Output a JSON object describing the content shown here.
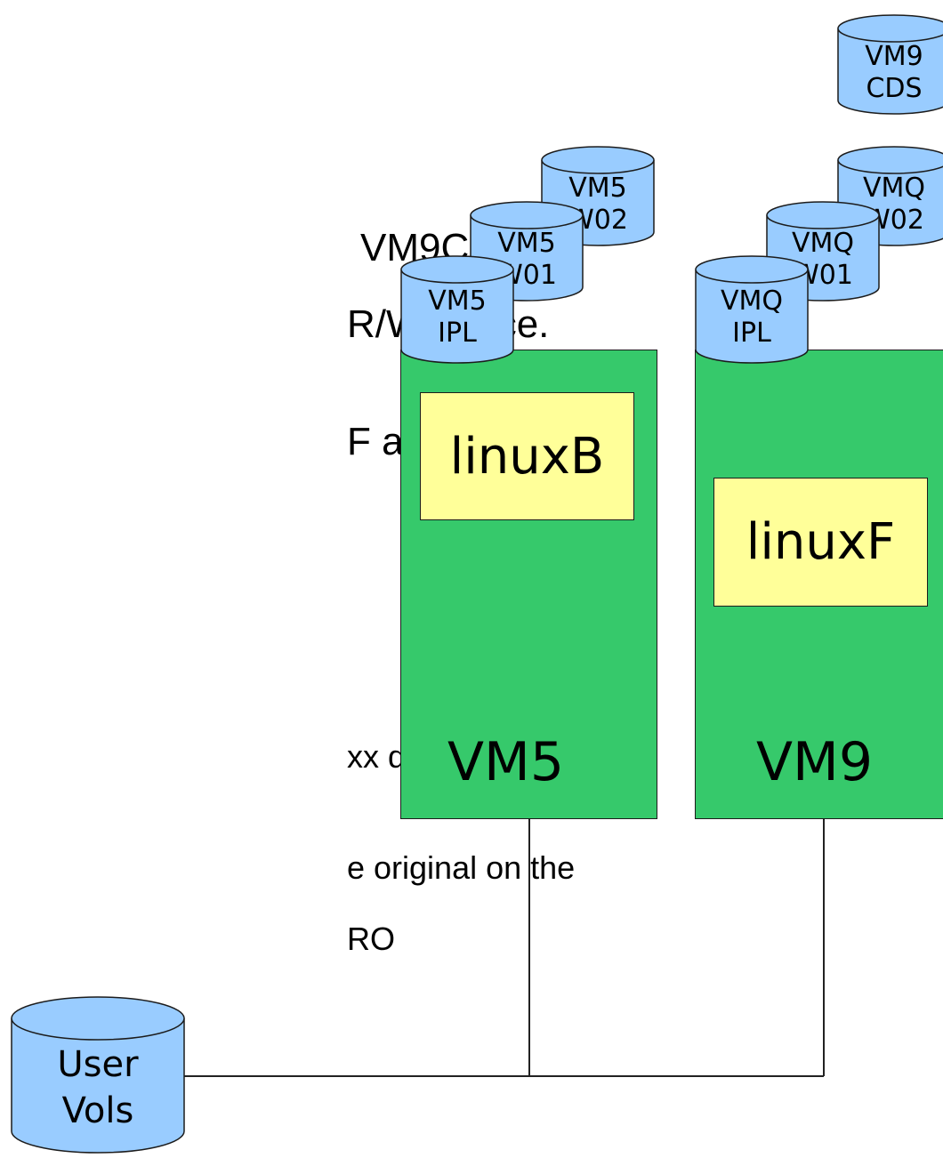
{
  "text_fragments": [
    "VM9CDS for",
    "R/W space.",
    "F audit logs,",
    "xx device",
    "e original on the",
    "RO"
  ],
  "lpars": [
    {
      "label": "VM5",
      "guest": "linuxB"
    },
    {
      "label": "VM9",
      "guest": "linuxF"
    }
  ],
  "volumes": {
    "vm5_w02": [
      "VM5",
      "W02"
    ],
    "vm5_w01": [
      "VM5",
      "W01"
    ],
    "vm5_ipl": [
      "VM5",
      "IPL"
    ],
    "vm9_cds": [
      "VM9",
      "CDS"
    ],
    "vmq_w02": [
      "VMQ",
      "W02"
    ],
    "vmq_w01": [
      "VMQ",
      "W01"
    ],
    "vmq_ipl": [
      "VMQ",
      "IPL"
    ],
    "user_vols": [
      "User",
      "Vols"
    ]
  },
  "colors": {
    "cylinder_fill": "#99ccff",
    "lpar_fill": "#36c96b",
    "guest_fill": "#ffff99",
    "outline": "#1c1c1c"
  }
}
